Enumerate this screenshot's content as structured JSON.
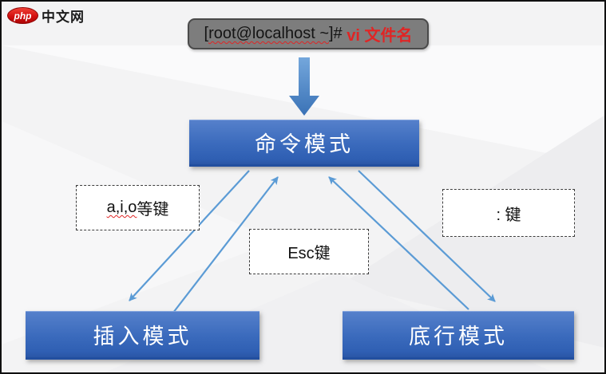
{
  "logo": {
    "brand": "php",
    "site": "中文网"
  },
  "terminal": {
    "bracket_open": "[",
    "host": "root@localhost ~",
    "bracket_close": "]# ",
    "command": "vi 文件名"
  },
  "nodes": {
    "command_mode": {
      "label": "命令模式"
    },
    "insert_mode": {
      "label": "插入模式"
    },
    "lastline_mode": {
      "label": "底行模式"
    }
  },
  "key_labels": {
    "insert_keys": {
      "keys": "a,i,o",
      "suffix": "等键"
    },
    "esc_key": {
      "label": "Esc键"
    },
    "colon_key": {
      "label": ": 键"
    }
  },
  "edges": [
    {
      "from": "terminal",
      "to": "command_mode",
      "style": "thick-down-arrow"
    },
    {
      "from": "command_mode",
      "to": "insert_mode",
      "style": "thin-arrow"
    },
    {
      "from": "insert_mode",
      "to": "command_mode",
      "style": "thin-arrow"
    },
    {
      "from": "command_mode",
      "to": "lastline_mode",
      "style": "thin-arrow"
    },
    {
      "from": "lastline_mode",
      "to": "command_mode",
      "style": "thin-arrow"
    }
  ],
  "colors": {
    "node_blue_top": "#5580cb",
    "node_blue_bottom": "#2f5fb3",
    "arrow_blue": "#5b9bd5",
    "thick_arrow_blue": "#4a86c8",
    "terminal_gray": "#7d7d7d",
    "command_red": "#e02525",
    "logo_red": "#d30f0f"
  }
}
